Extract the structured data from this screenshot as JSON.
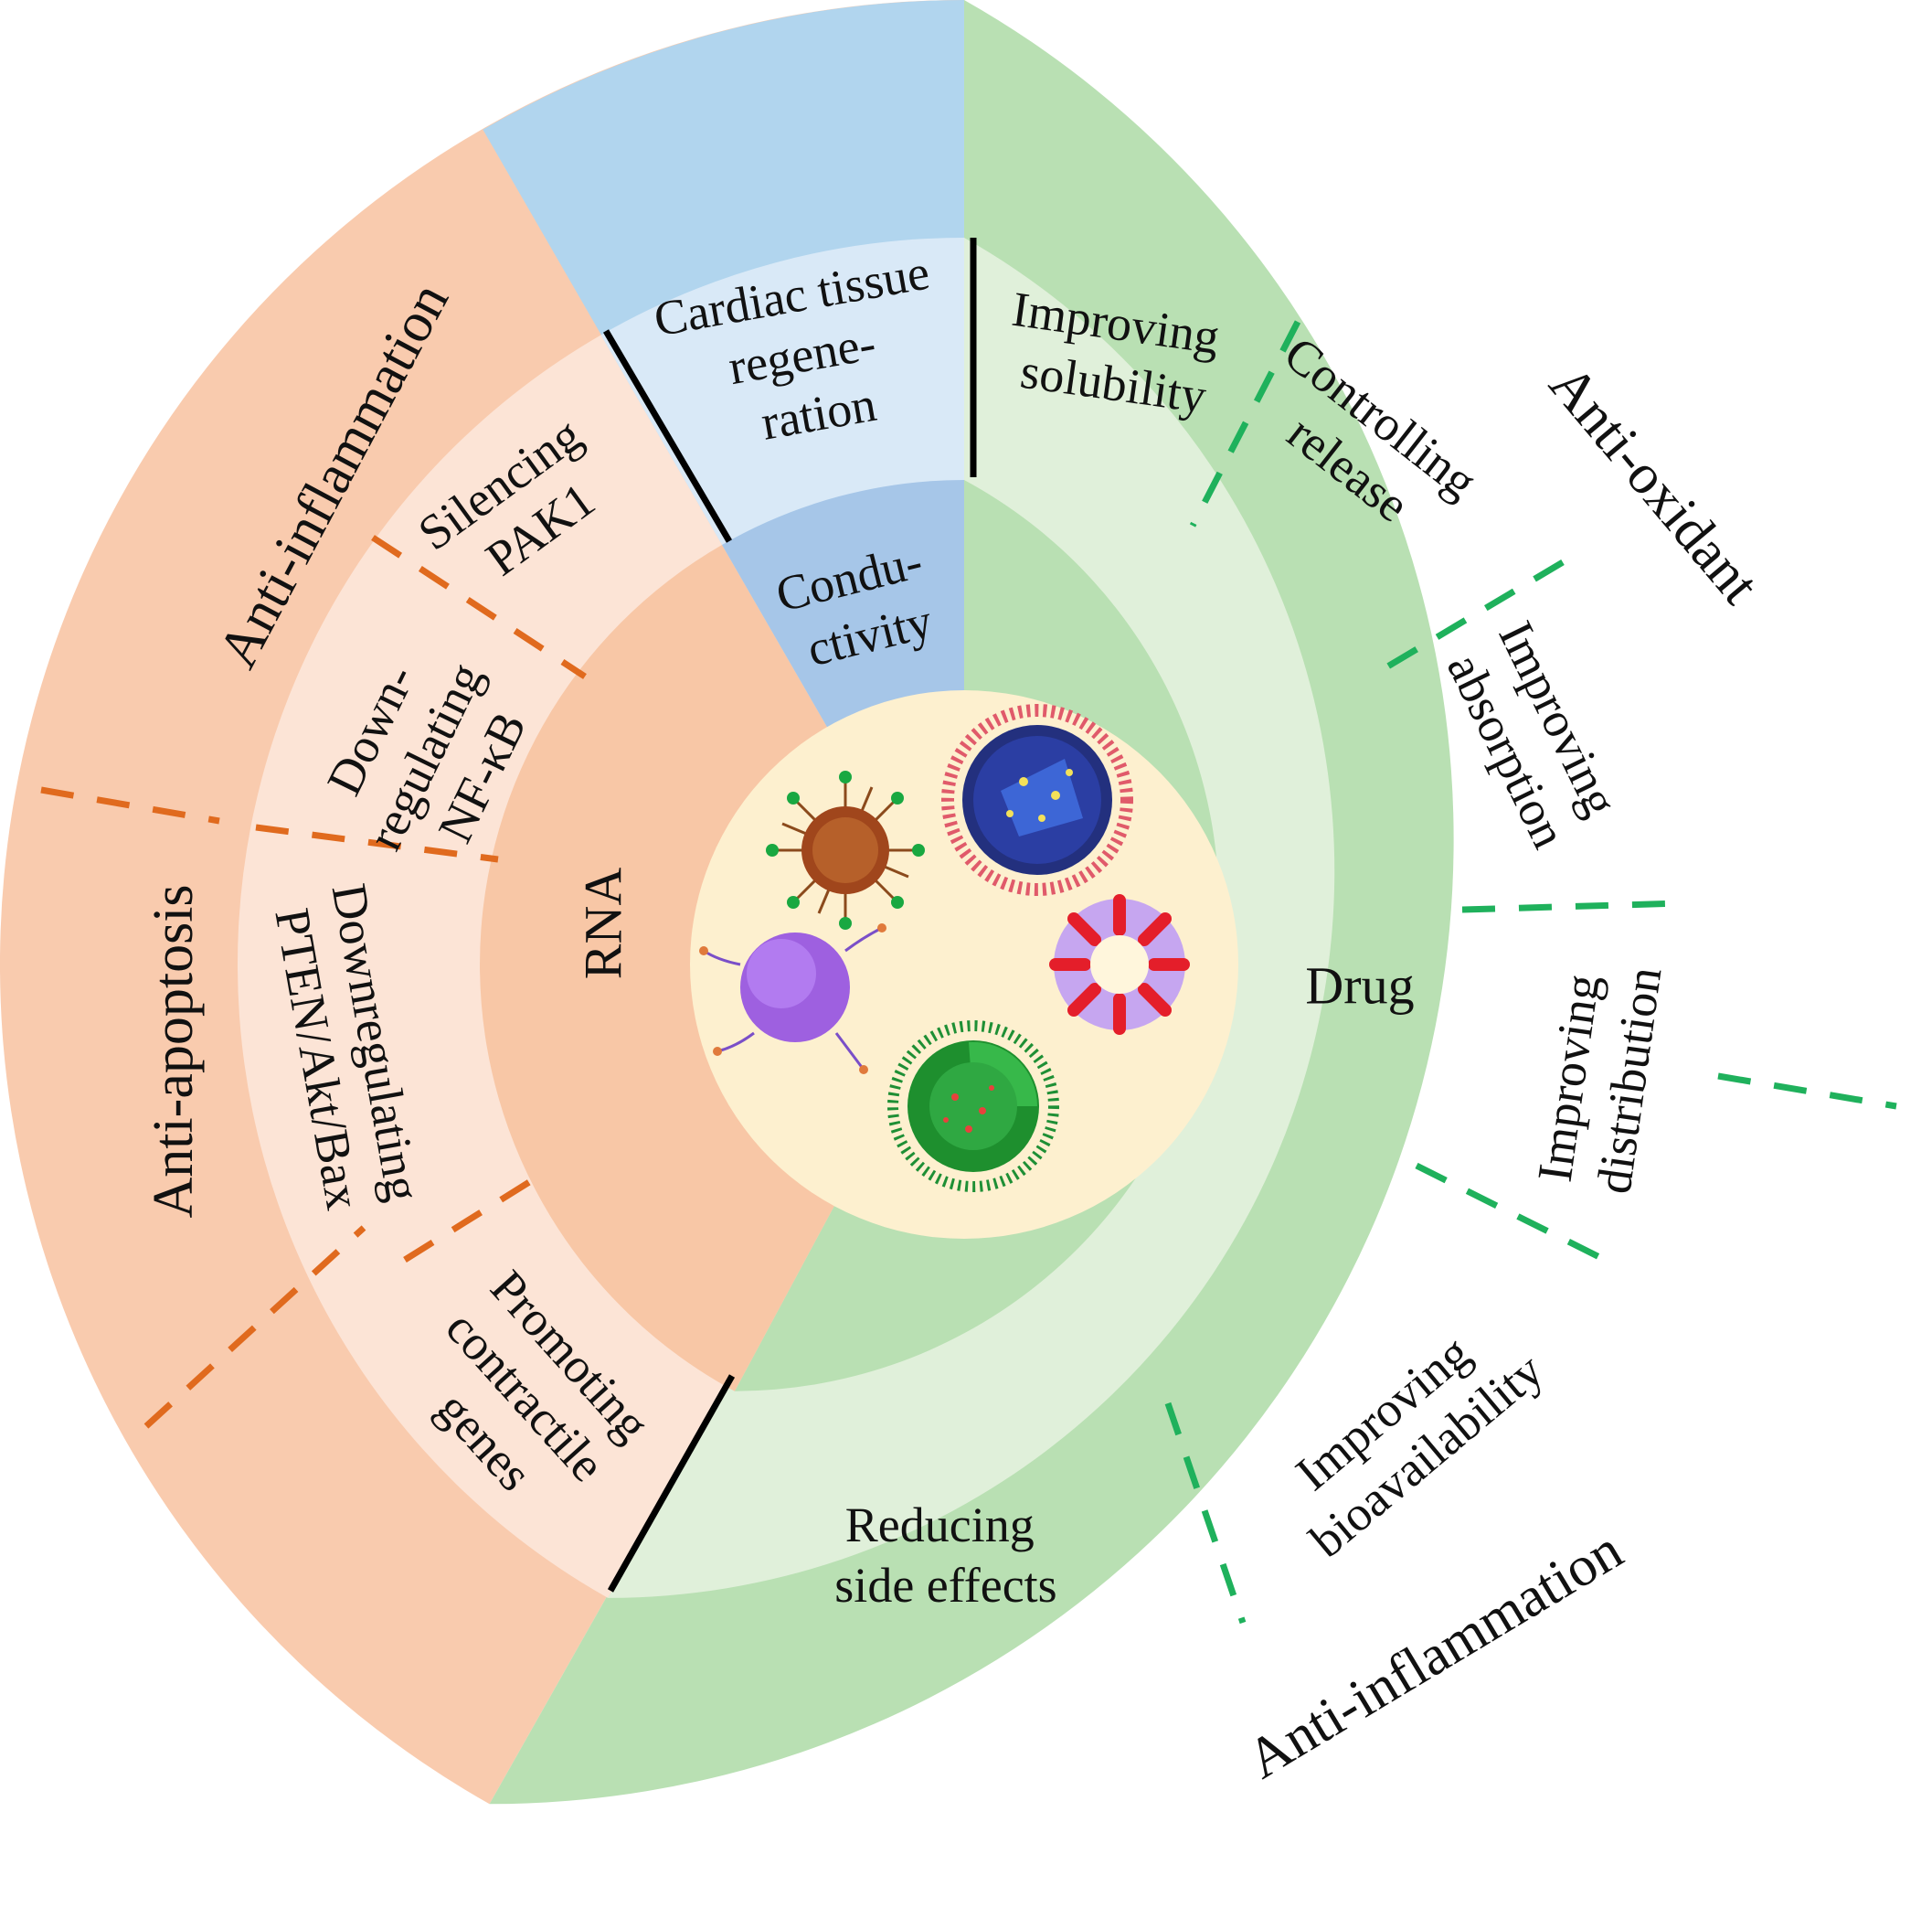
{
  "center": {
    "label_rna": "RNA",
    "label_drug": "Drug",
    "particles": [
      "nanoparticle-icon",
      "nanoparticle-icon",
      "nanoparticle-icon",
      "nanoparticle-icon",
      "nanoparticle-icon"
    ]
  },
  "inner_ring": {
    "conductivity": [
      "Condu-",
      "ctivity"
    ]
  },
  "middle_ring": {
    "cardiac": [
      "Cardiac tissue",
      "regene-",
      "ration"
    ],
    "improving_solubility": [
      "Improving",
      "solubility"
    ],
    "controlling_release": [
      "Controlling",
      "release"
    ],
    "improving_absorption": [
      "Improving",
      "absorption"
    ],
    "improving_distribution": [
      "Improving",
      "distribution"
    ],
    "improving_bioavailability": [
      "Improving",
      "bioavailability"
    ],
    "reducing_side_effects": [
      "Reducing",
      "side effects"
    ],
    "promoting_contractile": [
      "Promoting",
      "contractile",
      "genes"
    ],
    "downregulating_pten": [
      "Downregulating",
      "PTEN/Akt/Bax"
    ],
    "downregulating_nfkb": [
      "Down-",
      "regulating",
      "NF-κB"
    ],
    "silencing_pak1": [
      "Silencing",
      "PAK1"
    ]
  },
  "outer_ring": {
    "anti_inflammation_rna": "Anti-inflammation",
    "anti_apoptosis": "Anti-apoptosis",
    "anti_oxidant": "Anti-oxidant",
    "anti_inflammation_drug": "Anti-inflammation"
  },
  "colors": {
    "rna_outer": "#F9CBAE",
    "rna_middle": "#FCE4D6",
    "rna_inner": "#F8C7A6",
    "drug_outer": "#B9E0B3",
    "drug_middle": "#E0F0DA",
    "drug_inner": "#B9E0B3",
    "cardiac_outer": "#B1D5EE",
    "cardiac_middle": "#D9E9F7",
    "cardiac_inner": "#A6C6E8",
    "center": "#FDF0CF",
    "orange_dash": "#E06A1E",
    "green_dash": "#1FB15C"
  }
}
